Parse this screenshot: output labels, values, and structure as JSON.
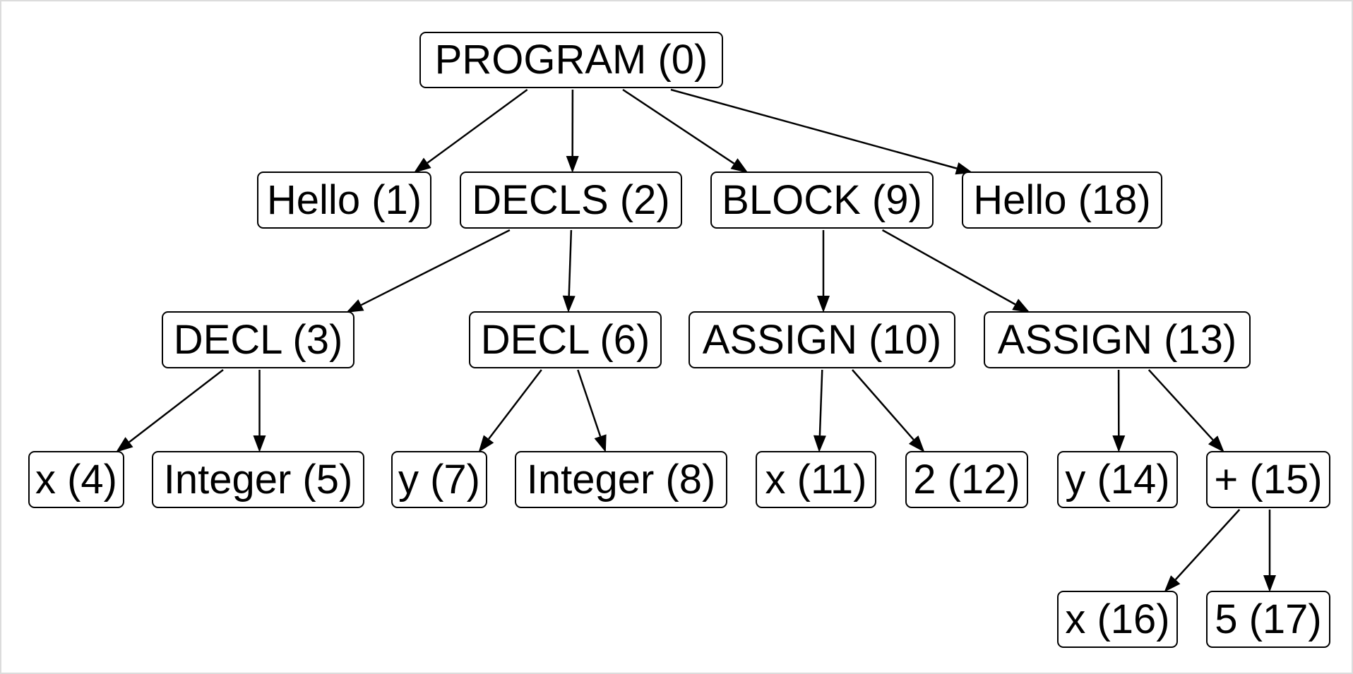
{
  "diagram": {
    "nodes": [
      {
        "id": "n0",
        "label": "PROGRAM (0)"
      },
      {
        "id": "n1",
        "label": "Hello (1)"
      },
      {
        "id": "n2",
        "label": "DECLS (2)"
      },
      {
        "id": "n9",
        "label": "BLOCK (9)"
      },
      {
        "id": "n18",
        "label": "Hello (18)"
      },
      {
        "id": "n3",
        "label": "DECL (3)"
      },
      {
        "id": "n6",
        "label": "DECL (6)"
      },
      {
        "id": "n10",
        "label": "ASSIGN (10)"
      },
      {
        "id": "n13",
        "label": "ASSIGN (13)"
      },
      {
        "id": "n4",
        "label": "x (4)"
      },
      {
        "id": "n5",
        "label": "Integer (5)"
      },
      {
        "id": "n7",
        "label": "y (7)"
      },
      {
        "id": "n8",
        "label": "Integer (8)"
      },
      {
        "id": "n11",
        "label": "x (11)"
      },
      {
        "id": "n12",
        "label": "2 (12)"
      },
      {
        "id": "n14",
        "label": "y (14)"
      },
      {
        "id": "n15",
        "label": "+ (15)"
      },
      {
        "id": "n16",
        "label": "x (16)"
      },
      {
        "id": "n17",
        "label": "5 (17)"
      }
    ],
    "edges": [
      [
        "n0",
        "n1"
      ],
      [
        "n0",
        "n2"
      ],
      [
        "n0",
        "n9"
      ],
      [
        "n0",
        "n18"
      ],
      [
        "n2",
        "n3"
      ],
      [
        "n2",
        "n6"
      ],
      [
        "n9",
        "n10"
      ],
      [
        "n9",
        "n13"
      ],
      [
        "n3",
        "n4"
      ],
      [
        "n3",
        "n5"
      ],
      [
        "n6",
        "n7"
      ],
      [
        "n6",
        "n8"
      ],
      [
        "n10",
        "n11"
      ],
      [
        "n10",
        "n12"
      ],
      [
        "n13",
        "n14"
      ],
      [
        "n13",
        "n15"
      ],
      [
        "n15",
        "n16"
      ],
      [
        "n15",
        "n17"
      ]
    ]
  }
}
